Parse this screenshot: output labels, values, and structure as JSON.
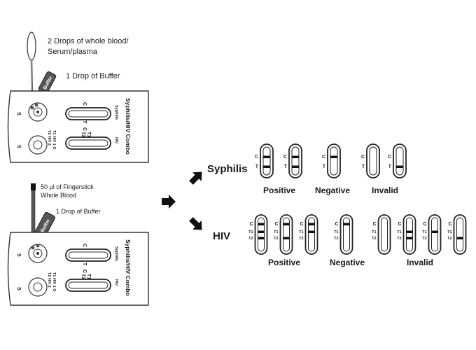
{
  "device": {
    "title": "Syphilis/HIV Combo",
    "syphilis_label": "Syphilis",
    "hiv_label": "HIV",
    "sample_mark": "S",
    "c_mark": "C",
    "t_mark": "T",
    "t1_mark": "T1",
    "t2_mark": "T2",
    "hiv_code_top": "T1 HIV 1 O",
    "hiv_code_bottom": "T2 HIV 2",
    "buffer_word": "Buffer"
  },
  "top_step": {
    "drops_text_1": "2 Drops of whole blood/",
    "drops_text_2": "Serum/plasma",
    "buffer_text": "1 Drop of Buffer"
  },
  "bottom_step": {
    "finger_text_1": "50 µl of Fingerstick",
    "finger_text_2": "Whole Blood",
    "buffer_text": "1 Drop of Buffer"
  },
  "syphilis_results": {
    "title": "Syphilis",
    "line_c": "C",
    "line_t": "T",
    "groups": [
      {
        "label": "Positive",
        "strips": [
          [
            "C",
            "T"
          ],
          [
            "C",
            "T"
          ]
        ]
      },
      {
        "label": "Negative",
        "strips": [
          [
            "C"
          ]
        ]
      },
      {
        "label": "Invalid",
        "strips": [
          [],
          [
            "T"
          ]
        ]
      }
    ]
  },
  "hiv_results": {
    "title": "HIV",
    "line_c": "C",
    "line_t1": "T1",
    "line_t2": "T2",
    "groups": [
      {
        "label": "Positive",
        "strips": [
          [
            "C",
            "T1",
            "T2"
          ],
          [
            "C",
            "T2"
          ],
          [
            "C",
            "T1"
          ]
        ]
      },
      {
        "label": "Negative",
        "strips": [
          [
            "C"
          ]
        ]
      },
      {
        "label": "Invalid",
        "strips": [
          [],
          [
            "T1",
            "T2"
          ],
          [
            "T1"
          ],
          [
            "T2"
          ]
        ]
      }
    ]
  }
}
